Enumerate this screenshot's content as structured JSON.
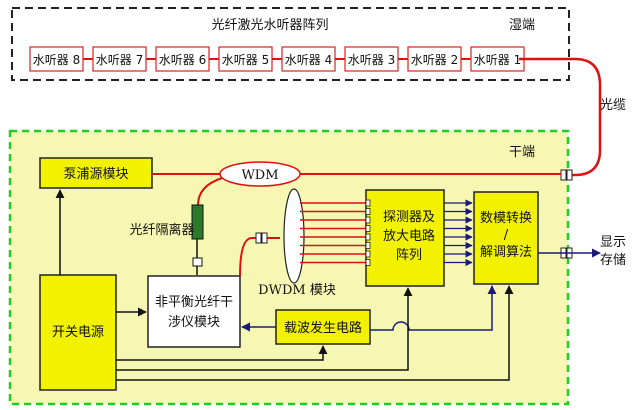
{
  "wet_end": {
    "title": "光纤激光水听器阵列",
    "label": "湿端",
    "hydrophones": [
      "水听器 8",
      "水听器 7",
      "水听器 6",
      "水听器 5",
      "水听器 4",
      "水听器 3",
      "水听器 2",
      "水听器 1"
    ]
  },
  "cable_label": "光缆",
  "dry_end": {
    "label": "干端",
    "pump_source": "泵浦源模块",
    "wdm": "WDM",
    "isolator": "光纤隔离器",
    "interferometer": [
      "非平衡光纤干",
      "涉仪模块"
    ],
    "dwdm": "DWDM 模块",
    "detector": [
      "探测器及",
      "放大电路",
      "阵列"
    ],
    "adc": [
      "数模转换",
      "/",
      "解调算法"
    ],
    "carrier": "载波发生电路",
    "power": "开关电源",
    "output": [
      "显示",
      "存储"
    ]
  },
  "colors": {
    "wet_border": "#222222",
    "dry_border": "#22cc22",
    "dry_fill": "#f7f7b4",
    "module_fill": "#f2f200",
    "fiber": "#dd1111",
    "signal": "#1a1a7a",
    "hydrophone_border": "#dd2222"
  }
}
